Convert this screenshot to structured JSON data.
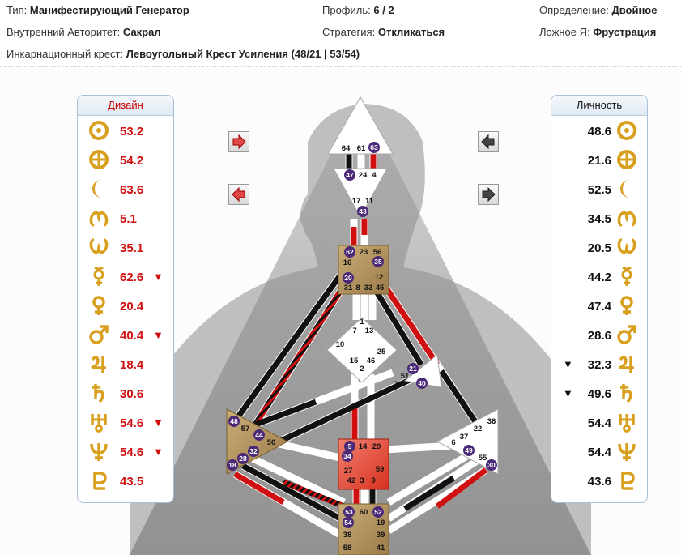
{
  "info": {
    "type_label": "Тип:",
    "type_value": "Манифестирующий Генератор",
    "profile_label": "Профиль:",
    "profile_value": "6 / 2",
    "definition_label": "Определение:",
    "definition_value": "Двойное",
    "authority_label": "Внутренний Авторитет:",
    "authority_value": "Сакрал",
    "strategy_label": "Стратегия:",
    "strategy_value": "Откликаться",
    "notself_label": "Ложное Я:",
    "notself_value": "Фрустрация",
    "cross_label": "Инкарнационный крест:",
    "cross_value": "Левоугольный Крест Усиления (48/21 | 53/54)"
  },
  "design": {
    "title": "Дизайн",
    "planets": [
      {
        "icon": "sun-icon",
        "value": "53.2",
        "mark": ""
      },
      {
        "icon": "earth-icon",
        "value": "54.2",
        "mark": ""
      },
      {
        "icon": "moon-icon",
        "value": "63.6",
        "mark": ""
      },
      {
        "icon": "north-node-icon",
        "value": "5.1",
        "mark": ""
      },
      {
        "icon": "south-node-icon",
        "value": "35.1",
        "mark": ""
      },
      {
        "icon": "mercury-icon",
        "value": "62.6",
        "mark": "▼"
      },
      {
        "icon": "venus-icon",
        "value": "20.4",
        "mark": ""
      },
      {
        "icon": "mars-icon",
        "value": "40.4",
        "mark": "▼"
      },
      {
        "icon": "jupiter-icon",
        "value": "18.4",
        "mark": ""
      },
      {
        "icon": "saturn-icon",
        "value": "30.6",
        "mark": ""
      },
      {
        "icon": "uranus-icon",
        "value": "54.6",
        "mark": "▼"
      },
      {
        "icon": "neptune-icon",
        "value": "54.6",
        "mark": "▼"
      },
      {
        "icon": "pluto-icon",
        "value": "43.5",
        "mark": ""
      }
    ]
  },
  "personality": {
    "title": "Личность",
    "planets": [
      {
        "icon": "sun-icon",
        "value": "48.6",
        "mark": ""
      },
      {
        "icon": "earth-icon",
        "value": "21.6",
        "mark": ""
      },
      {
        "icon": "moon-icon",
        "value": "52.5",
        "mark": ""
      },
      {
        "icon": "north-node-icon",
        "value": "34.5",
        "mark": ""
      },
      {
        "icon": "south-node-icon",
        "value": "20.5",
        "mark": ""
      },
      {
        "icon": "mercury-icon",
        "value": "44.2",
        "mark": ""
      },
      {
        "icon": "venus-icon",
        "value": "47.4",
        "mark": ""
      },
      {
        "icon": "mars-icon",
        "value": "28.6",
        "mark": ""
      },
      {
        "icon": "jupiter-icon",
        "value": "32.3",
        "mark": "▼"
      },
      {
        "icon": "saturn-icon",
        "value": "49.6",
        "mark": "▼"
      },
      {
        "icon": "uranus-icon",
        "value": "54.4",
        "mark": ""
      },
      {
        "icon": "neptune-icon",
        "value": "54.4",
        "mark": ""
      },
      {
        "icon": "pluto-icon",
        "value": "43.6",
        "mark": ""
      }
    ]
  },
  "colors": {
    "design_red": "#d01010",
    "defined_tan": "#b89a6a",
    "sacral_red": "#e0483a",
    "active_purple": "#4b2a78",
    "panel_border": "#a8bfd6"
  },
  "bodygraph": {
    "head_gates": [
      "64",
      "61",
      "63"
    ],
    "ajna_gates": [
      "47",
      "24",
      "4",
      "17",
      "11",
      "43"
    ],
    "throat_gates": [
      "62",
      "23",
      "56",
      "16",
      "35",
      "12",
      "20",
      "31",
      "8",
      "33",
      "45"
    ],
    "g_gates": [
      "1",
      "7",
      "13",
      "10",
      "25",
      "15",
      "46",
      "2"
    ],
    "ego_gates": [
      "21",
      "51",
      "26",
      "40"
    ],
    "spleen_gates": [
      "48",
      "57",
      "44",
      "50",
      "32",
      "28",
      "18"
    ],
    "sacral_gates": [
      "5",
      "14",
      "29",
      "34",
      "27",
      "59",
      "42",
      "3",
      "9"
    ],
    "solar_gates": [
      "36",
      "22",
      "6",
      "37",
      "49",
      "55",
      "30"
    ],
    "root_gates": [
      "53",
      "60",
      "52",
      "54",
      "19",
      "38",
      "39",
      "58",
      "41"
    ],
    "active_gates": [
      "63",
      "47",
      "43",
      "62",
      "35",
      "20",
      "21",
      "40",
      "48",
      "44",
      "32",
      "28",
      "18",
      "5",
      "34",
      "49",
      "30",
      "53",
      "52",
      "54"
    ]
  }
}
